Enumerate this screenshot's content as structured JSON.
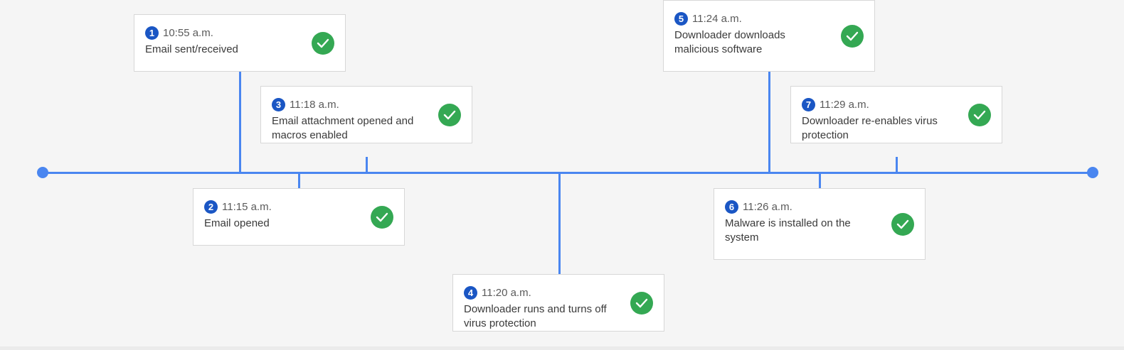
{
  "colors": {
    "background": "#f5f5f5",
    "line": "#4a86f0",
    "badge": "#1a56c4",
    "check": "#34a853"
  },
  "events": [
    {
      "number": "1",
      "time": "10:55 a.m.",
      "description": "Email sent/received",
      "status_icon": "check-circle-icon"
    },
    {
      "number": "2",
      "time": "11:15 a.m.",
      "description": "Email opened",
      "status_icon": "check-circle-icon"
    },
    {
      "number": "3",
      "time": "11:18 a.m.",
      "description": "Email attachment opened and macros enabled",
      "status_icon": "check-circle-icon"
    },
    {
      "number": "4",
      "time": "11:20 a.m.",
      "description": "Downloader runs and turns off virus protection",
      "status_icon": "check-circle-icon"
    },
    {
      "number": "5",
      "time": "11:24 a.m.",
      "description": "Downloader downloads malicious software",
      "status_icon": "check-circle-icon"
    },
    {
      "number": "6",
      "time": "11:26 a.m.",
      "description": "Malware is installed on the system",
      "status_icon": "check-circle-icon"
    },
    {
      "number": "7",
      "time": "11:29 a.m.",
      "description": "Downloader re-enables virus protection",
      "status_icon": "check-circle-icon"
    }
  ]
}
